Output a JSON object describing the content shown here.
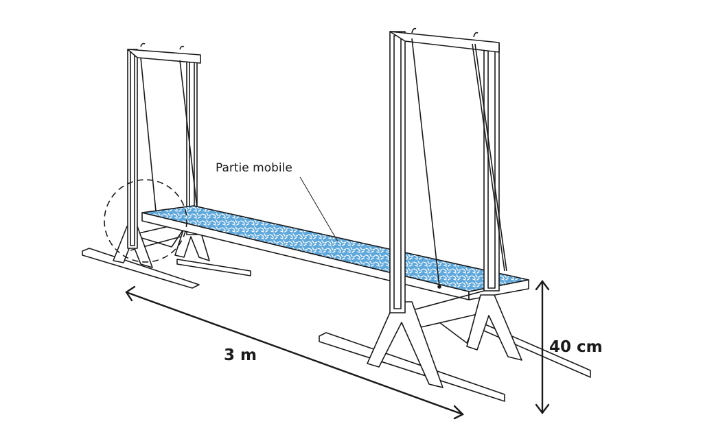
{
  "labels": {
    "moving_part": "Partie mobile",
    "length": "3 m",
    "height": "40 cm"
  },
  "colors": {
    "beam_surface": "#5fa8dc",
    "line": "#1a1a1a"
  }
}
